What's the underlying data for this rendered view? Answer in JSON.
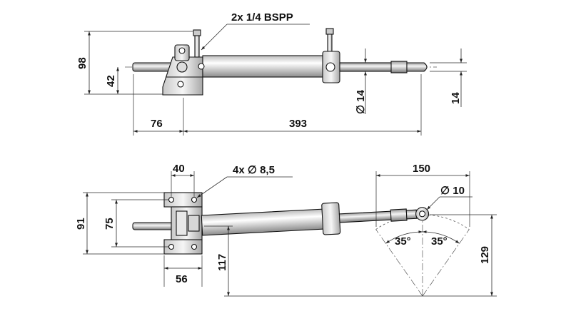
{
  "top_view": {
    "port_callout": "2x 1/4 BSPP",
    "dim_height_total": "98",
    "dim_height_axis": "42",
    "dim_mount_offset": "76",
    "dim_length": "393",
    "dim_rod_diameter": "∅ 14",
    "dim_rod_end": "14"
  },
  "bottom_view": {
    "dim_plate_width": "40",
    "hole_callout": "4x ∅ 8,5",
    "dim_plate_height": "91",
    "dim_hole_spacing": "75",
    "dim_base_width": "56",
    "dim_axis_height": "117",
    "dim_swing_width": "150",
    "dim_eye_diameter": "∅ 10",
    "angle_left": "35°",
    "angle_right": "35°",
    "dim_swing_depth": "129"
  }
}
